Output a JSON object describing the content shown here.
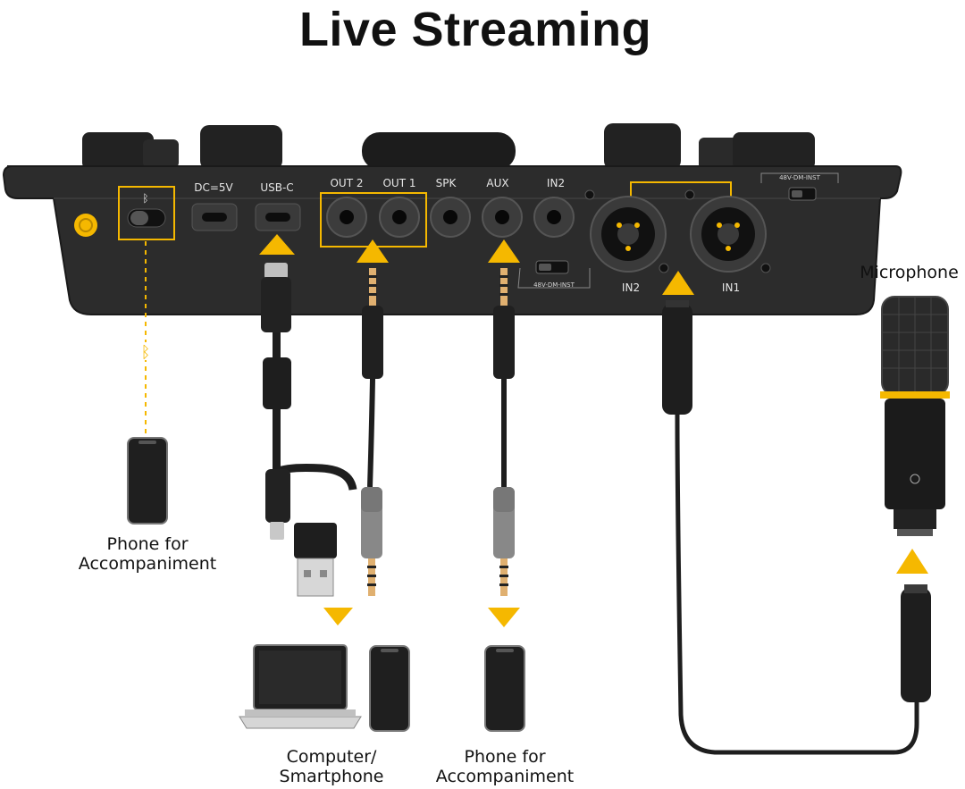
{
  "title": "Live Streaming",
  "colors": {
    "accent": "#f5b800",
    "device": "#2c2c2c",
    "cable": "#1e1e1e"
  },
  "ports": {
    "dc": "DC=5V",
    "usbc": "USB-C",
    "out2": "OUT 2",
    "out1": "OUT 1",
    "spk": "SPK",
    "aux": "AUX",
    "in2_top": "IN2",
    "in2_xlr": "IN2",
    "in1_xlr": "IN1",
    "switch_left": "48V-DM-INST",
    "switch_right": "48V-DM-INST"
  },
  "icons": {
    "bluetooth": "bluetooth-icon",
    "power": "power-icon",
    "headphone": "headphone-icon"
  },
  "labels": {
    "microphone": "Microphone",
    "phone_bt_1": "Phone for",
    "phone_bt_2": "Accompaniment",
    "computer_1": "Computer/",
    "computer_2": "Smartphone",
    "phone_aux_1": "Phone for",
    "phone_aux_2": "Accompaniment"
  }
}
